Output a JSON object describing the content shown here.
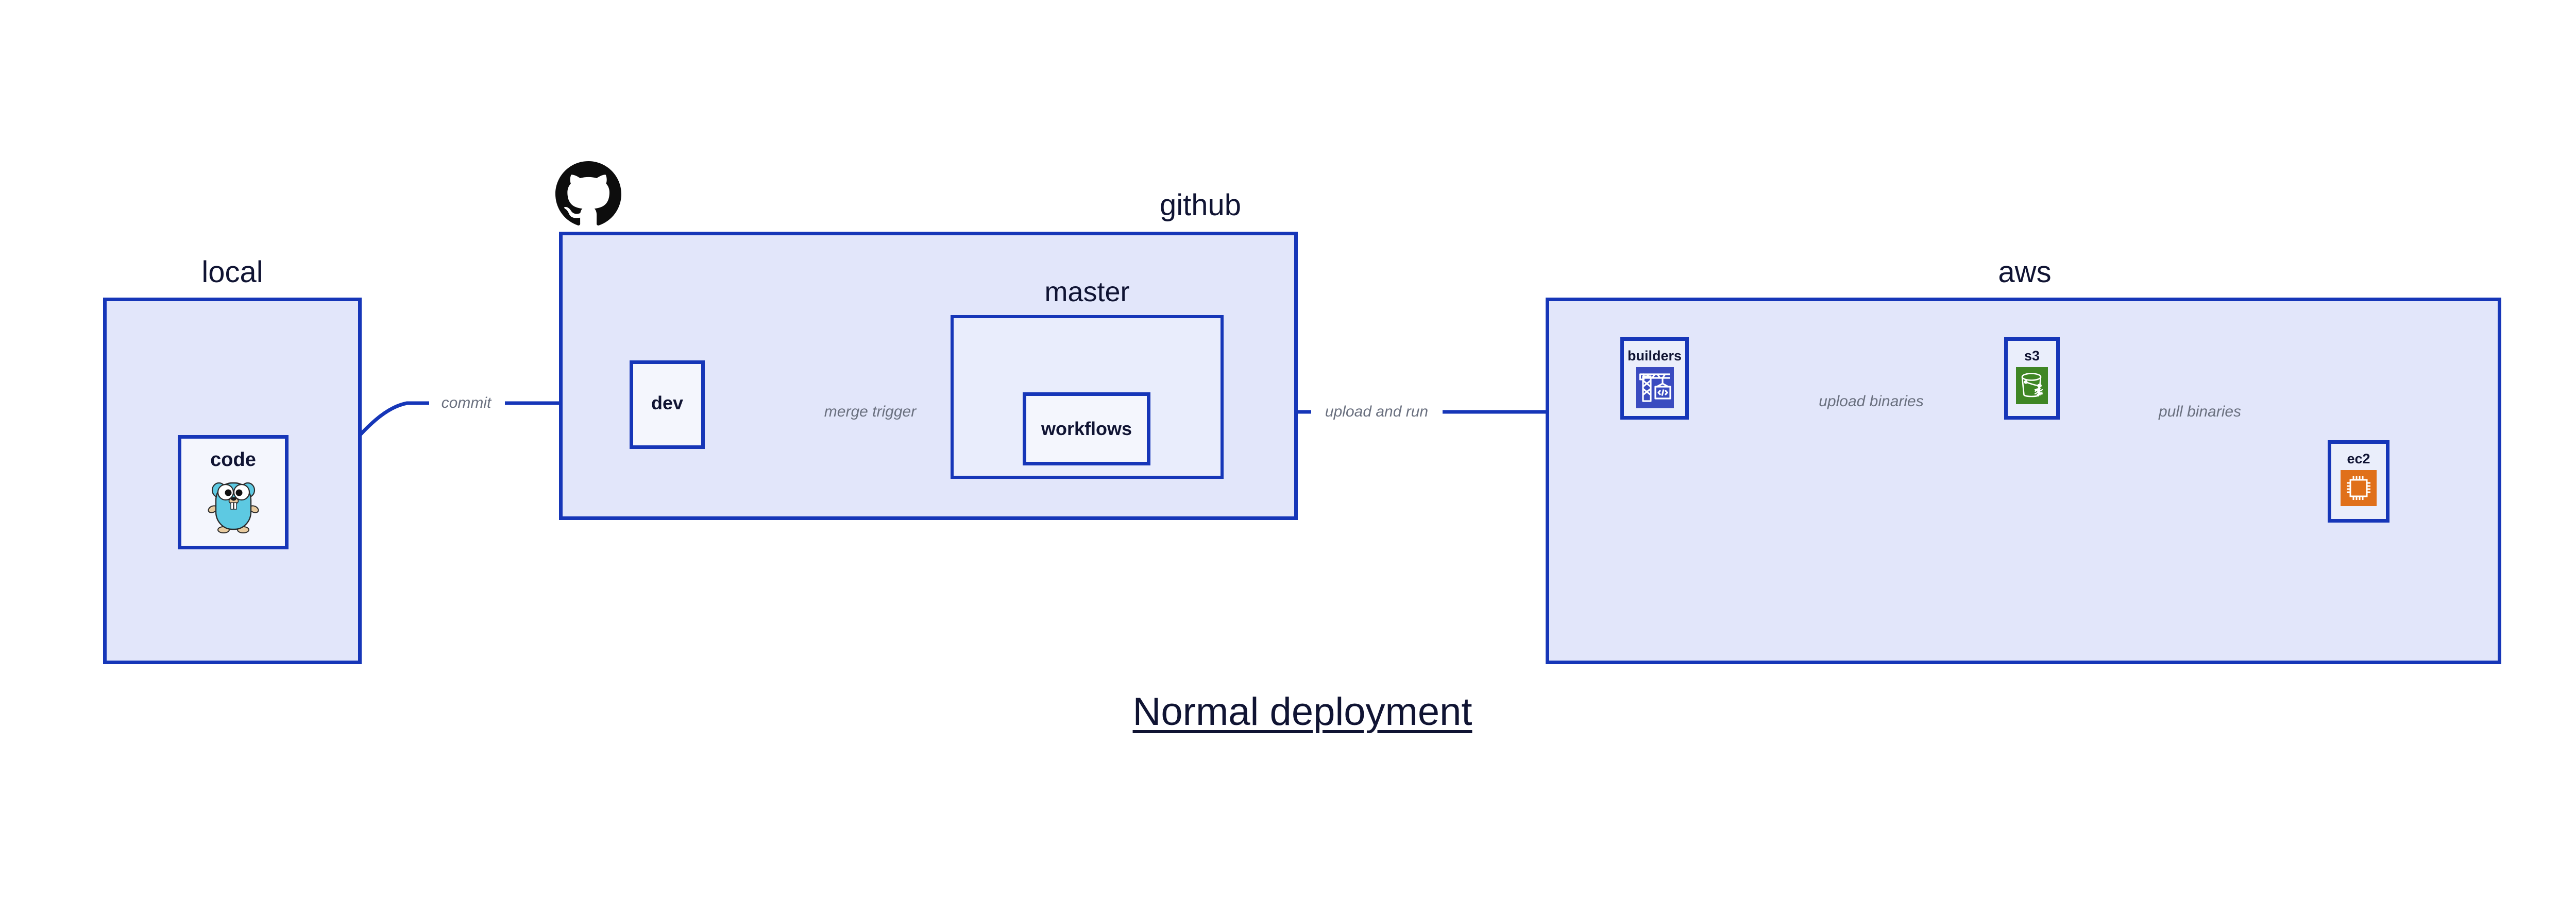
{
  "diagram": {
    "caption": "Normal deployment",
    "accent_border": "#1636B8",
    "group_fill": "#E2E6FA",
    "subgroup_fill": "#E9EDFC",
    "node_fill": "#EAEEFB",
    "edge_label_color": "#6A707F",
    "text_color": "#101433",
    "background": "#FFFFFF"
  },
  "groups": {
    "local": {
      "title": "local"
    },
    "github": {
      "title": "github",
      "logo": "github-octocat-logo"
    },
    "master": {
      "title": "master"
    },
    "aws": {
      "title": "aws"
    }
  },
  "nodes": {
    "code": {
      "label": "code",
      "icon": "go-gopher-icon",
      "icon_color": "#5DC9E2"
    },
    "dev": {
      "label": "dev",
      "icon": null,
      "icon_color": null
    },
    "workflows": {
      "label": "workflows",
      "icon": null,
      "icon_color": null
    },
    "builders": {
      "label": "builders",
      "icon": "crane-code-icon",
      "icon_color": "#3A4BC0"
    },
    "s3": {
      "label": "s3",
      "icon": "s3-bucket-icon",
      "icon_color": "#3F8624"
    },
    "ec2": {
      "label": "ec2",
      "icon": "cpu-chip-icon",
      "icon_color": "#E0701A"
    }
  },
  "edges": [
    {
      "id": "code-to-dev",
      "label": "commit",
      "from": "code",
      "to": "dev"
    },
    {
      "id": "dev-to-workflows",
      "label": "merge trigger",
      "from": "dev",
      "to": "workflows"
    },
    {
      "id": "workflows-to-builders",
      "label": "upload and run",
      "from": "workflows",
      "to": "builders"
    },
    {
      "id": "builders-to-s3",
      "label": "upload binaries",
      "from": "builders",
      "to": "s3"
    },
    {
      "id": "s3-to-ec2",
      "label": "pull binaries",
      "from": "s3",
      "to": "ec2"
    }
  ]
}
